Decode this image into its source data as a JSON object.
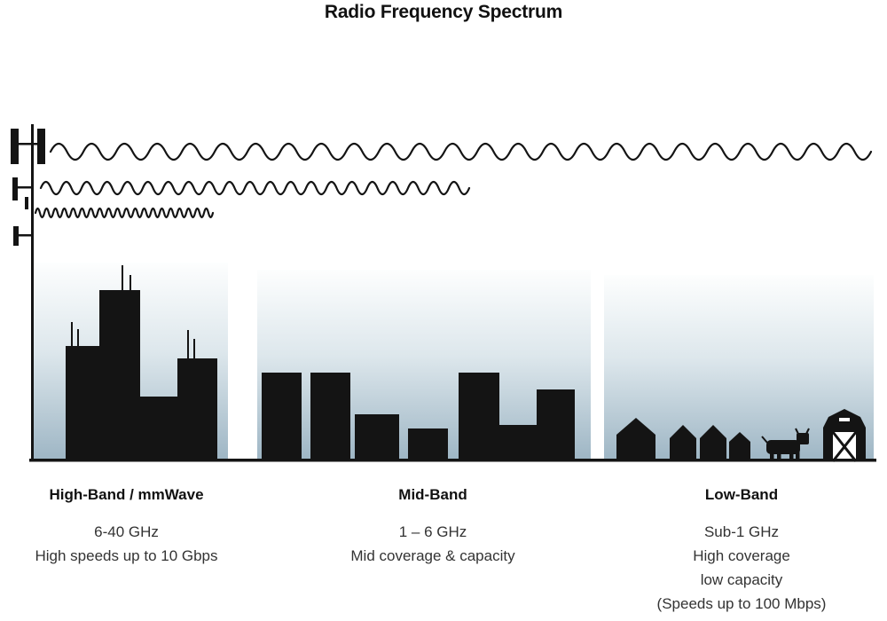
{
  "title": "Radio Frequency Spectrum",
  "sections": [
    {
      "id": "high-band",
      "heading": "High-Band / mmWave",
      "lines": [
        "6-40 GHz",
        "High speeds up to 10 Gbps"
      ]
    },
    {
      "id": "mid-band",
      "heading": "Mid-Band",
      "lines": [
        "1 – 6 GHz",
        "Mid coverage & capacity"
      ]
    },
    {
      "id": "low-band",
      "heading": "Low-Band",
      "lines": [
        "Sub-1 GHz",
        "High coverage",
        "low capacity",
        "(Speeds up to 100 Mbps)"
      ]
    }
  ],
  "colors": {
    "silhouette": "#141414",
    "wave": "#141414",
    "sky_gradient_top": "#fdfefe",
    "sky_gradient_bottom": "#9db5c4",
    "heading_text": "#111111",
    "body_text": "#333333"
  },
  "scene": {
    "waves": [
      {
        "name": "long-wave",
        "band": "low-band",
        "relative_frequency": "low"
      },
      {
        "name": "medium-wave",
        "band": "mid-band",
        "relative_frequency": "medium"
      },
      {
        "name": "short-wave",
        "band": "high-band",
        "relative_frequency": "high"
      }
    ],
    "icons": [
      "cell-tower-icon",
      "city-skyline-icon",
      "midrise-skyline-icon",
      "house-icon",
      "cow-icon",
      "barn-icon"
    ]
  }
}
